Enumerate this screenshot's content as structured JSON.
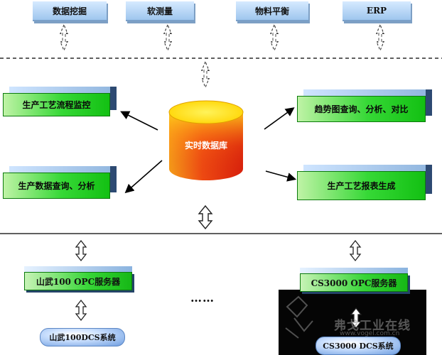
{
  "top_apps": [
    "数据挖掘",
    "软测量",
    "物料平衡",
    "ERP"
  ],
  "center_db": "实时数据库",
  "functions": {
    "left_top": "生产工艺流程监控",
    "left_bottom": "生产数据查询、分析",
    "right_top": "趋势图查询、分析、对比",
    "right_bottom": "生产工艺报表生成"
  },
  "servers": {
    "left": "山武100 OPC服务器",
    "right": "CS3000 OPC服务器"
  },
  "dcs": {
    "left": "山武100DCS系统",
    "right": "CS3000 DCS系统"
  },
  "ellipsis": "……",
  "watermark": {
    "brand": "弗戈工业在线",
    "url": "www.vogel.com.cn"
  },
  "colors": {
    "cylinder_top": "#ffe600",
    "cylinder_body": "#e83a10",
    "function_green": "#1fcc1f",
    "app_blue": "#b9d8f6",
    "oval_blue": "#8ab2ea"
  }
}
